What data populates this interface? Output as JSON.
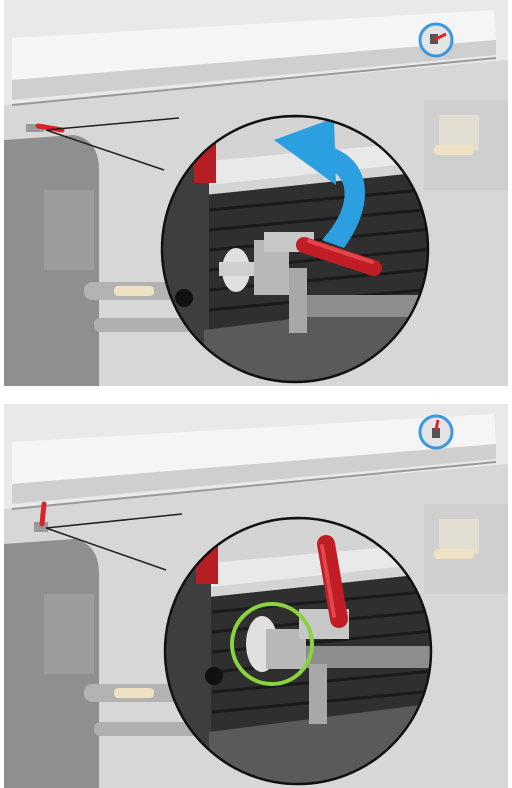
{
  "figure": {
    "panels": [
      {
        "step": "lift-lever",
        "lever_state": "down",
        "arrow": "curved-up",
        "arrow_color": "#2b9fe0",
        "locator_color": "#3a98e0",
        "lever_color": "#d9242a"
      },
      {
        "step": "lever-raised",
        "lever_state": "up",
        "highlight": "circle",
        "highlight_color": "#8ad23f",
        "locator_color": "#3a98e0",
        "lever_color": "#d9242a"
      }
    ]
  }
}
